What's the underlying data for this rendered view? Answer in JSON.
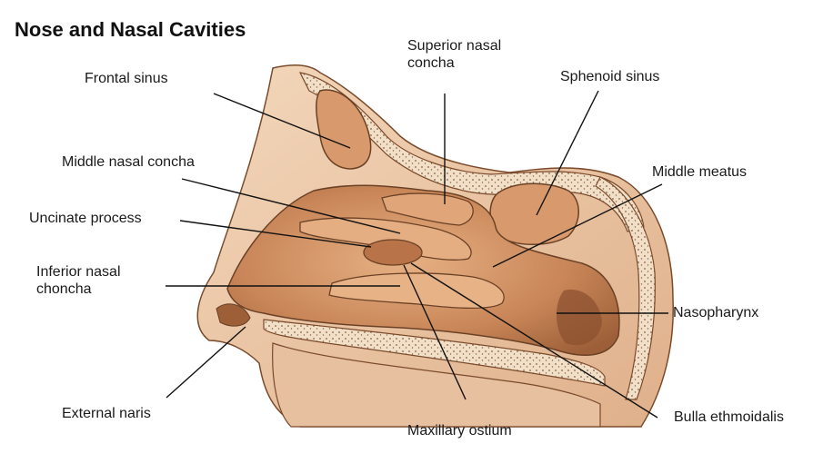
{
  "title": "Nose and Nasal Cavities",
  "labels": {
    "frontal_sinus": "Frontal sinus",
    "superior_nasal_concha_line1": "Superior nasal",
    "superior_nasal_concha_line2": "concha",
    "sphenoid_sinus": "Sphenoid sinus",
    "middle_nasal_concha": "Middle nasal concha",
    "middle_meatus": "Middle meatus",
    "uncinate_process": "Uncinate process",
    "inferior_nasal_concha_line1": "Inferior nasal",
    "inferior_nasal_concha_line2": "choncha",
    "nasopharynx": "Nasopharynx",
    "external_naris": "External naris",
    "maxillary_ostium": "Maxillary ostium",
    "bulla_ethmoidalis": "Bulla ethmoidalis"
  },
  "colors": {
    "cavity_fill": "#c98658",
    "cavity_light": "#e2aa7e",
    "tissue": "#e9c4a2",
    "bone": "#f1dfc8",
    "bone_dots": "#8a6040",
    "outline": "#6b4126",
    "leader": "#111111"
  }
}
